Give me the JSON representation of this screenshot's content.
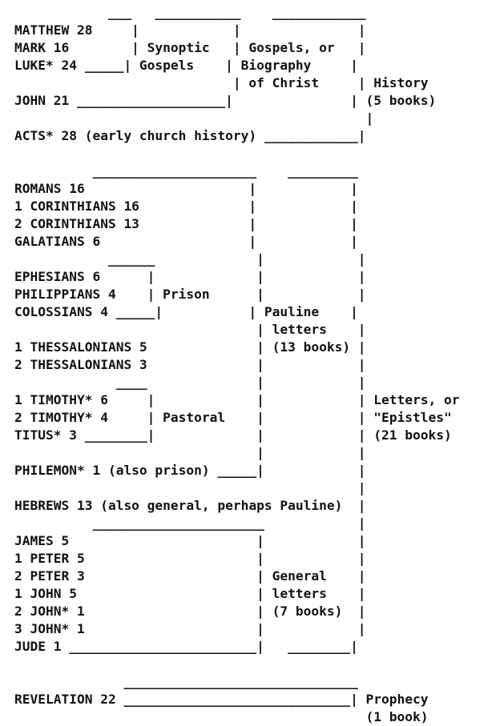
{
  "lines": [
    "            ___   ___________    ____________",
    "MATTHEW 28     |            |               |",
    "MARK 16        | Synoptic   | Gospels, or   |",
    "LUKE* 24 _____| Gospels    | Biography     |",
    "                            | of Christ     | History",
    "JOHN 21 ___________________|               | (5 books)",
    "                                             |",
    "ACTS* 28 (early church history) ____________|",
    "",
    "          _____________________    _________",
    "ROMANS 16                     |            |",
    "1 CORINTHIANS 16              |            |",
    "2 CORINTHIANS 13              |            |",
    "GALATIANS 6                   |            |",
    "            ______             |            |",
    "EPHESIANS 6      |             |            |",
    "PHILIPPIANS 4    | Prison      |            |",
    "COLOSSIANS 4 _____|           | Pauline    |",
    "                               | letters    |",
    "1 THESSALONIANS 5              | (13 books) |",
    "2 THESSALONIANS 3              |            |",
    "             ____              |            |",
    "1 TIMOTHY* 6     |             |            | Letters, or",
    "2 TIMOTHY* 4     | Pastoral    |            | \"Epistles\"",
    "TITUS* 3 ________|             |            | (21 books)",
    "                               |            |",
    "PHILEMON* 1 (also prison) _____|            |",
    "                                            |",
    "HEBREWS 13 (also general, perhaps Pauline)  |",
    "          ______________________            |",
    "JAMES 5                        |            |",
    "1 PETER 5                      |            |",
    "2 PETER 3                      | General    |",
    "1 JOHN 5                       | letters    |",
    "2 JOHN* 1                      | (7 books)  |",
    "3 JOHN* 1                      |            |",
    "JUDE 1 ________________________|   ________|",
    "",
    "              ______________________________",
    "REVELATION 22 _____________________________| Prophecy",
    "                                             (1 book)"
  ]
}
